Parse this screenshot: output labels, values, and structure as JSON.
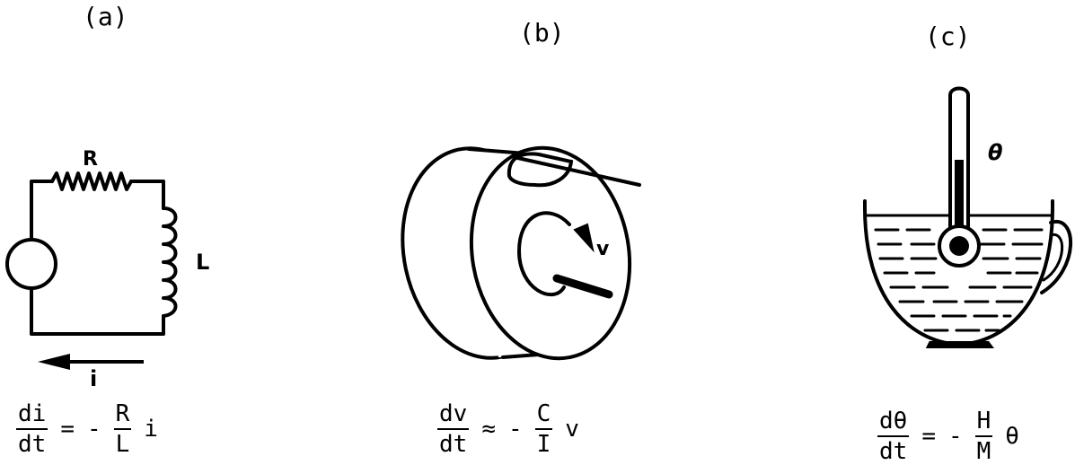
{
  "panels": [
    {
      "label": "(a)",
      "resistor_label": "R",
      "inductor_label": "L",
      "current_label": "i",
      "equation": {
        "lhs_num": "di",
        "lhs_den": "dt",
        "relation": "=",
        "sign": "-",
        "rhs_num": "R",
        "rhs_den": "L",
        "var": "i"
      }
    },
    {
      "label": "(b)",
      "velocity_label": "v",
      "equation": {
        "lhs_num": "dv",
        "lhs_den": "dt",
        "relation": "≈",
        "sign": "-",
        "rhs_num": "C",
        "rhs_den": "I",
        "var": "v"
      }
    },
    {
      "label": "(c)",
      "temperature_label": "θ",
      "equation": {
        "lhs_num": "dθ",
        "lhs_den": "dt",
        "relation": "=",
        "sign": "-",
        "rhs_num": "H",
        "rhs_den": "M",
        "var": "θ"
      }
    }
  ]
}
